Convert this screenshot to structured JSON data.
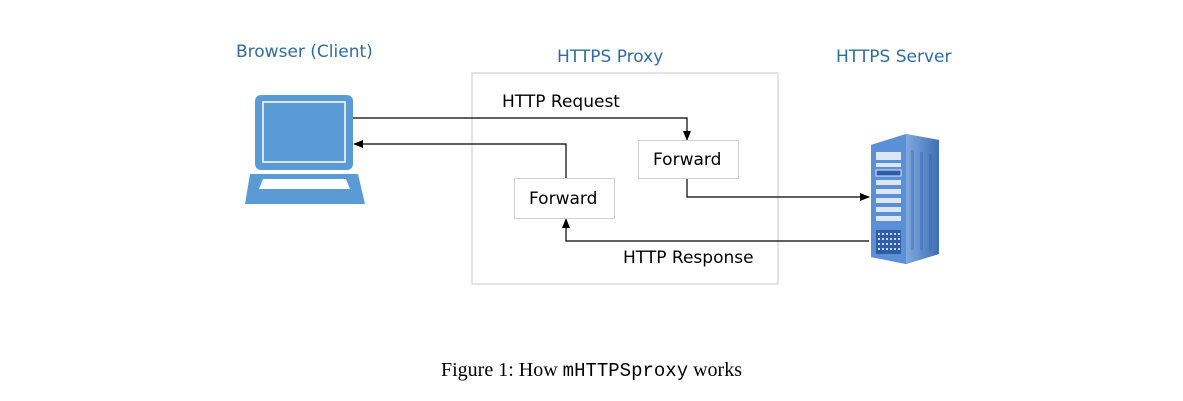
{
  "nodes": {
    "client_title": "Browser (Client)",
    "proxy_title": "HTTPS Proxy",
    "server_title": "HTTPS Server",
    "forward_upper": "Forward",
    "forward_lower": "Forward"
  },
  "edges": {
    "request_label": "HTTP Request",
    "response_label": "HTTP Response"
  },
  "icons": {
    "client": "laptop-icon",
    "server": "server-tower-icon"
  },
  "colors": {
    "title_blue": "#2e6da4",
    "laptop_blue": "#5b9bd5",
    "server_blue": "#4a7fc8"
  },
  "caption": {
    "prefix": "Figure 1: How",
    "code": "mHTTPSproxy",
    "suffix": "works"
  }
}
